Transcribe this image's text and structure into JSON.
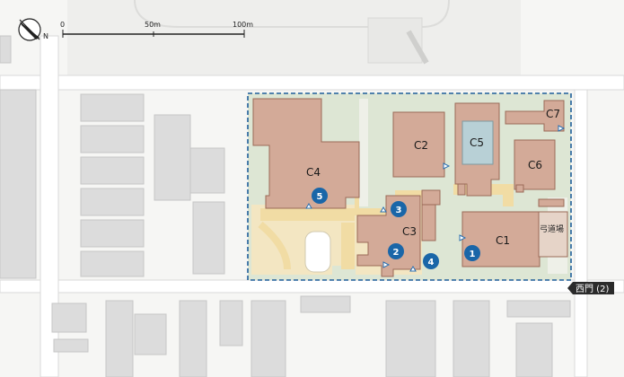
{
  "compass": {
    "north_label": "N"
  },
  "scale": {
    "labels": [
      "0",
      "50m",
      "100m"
    ]
  },
  "buildings": {
    "c1": "C1",
    "c2": "C2",
    "c3": "C3",
    "c4": "C4",
    "c5": "C5",
    "c6": "C6",
    "c7": "C7"
  },
  "archery_hall": "弓道場",
  "markers": [
    "1",
    "2",
    "3",
    "4",
    "5"
  ],
  "gate_label": "西門 (2)",
  "colors": {
    "building_fill": "#d3aa98",
    "building_stroke": "#9b6b57",
    "highlight_area": "#dde6d4",
    "highlight_border": "#1f5f9a",
    "marker_fill": "#1a66a8",
    "pool": "#b8d0d6",
    "path": "#f1dca4",
    "background_building": "#dcdcdc"
  }
}
